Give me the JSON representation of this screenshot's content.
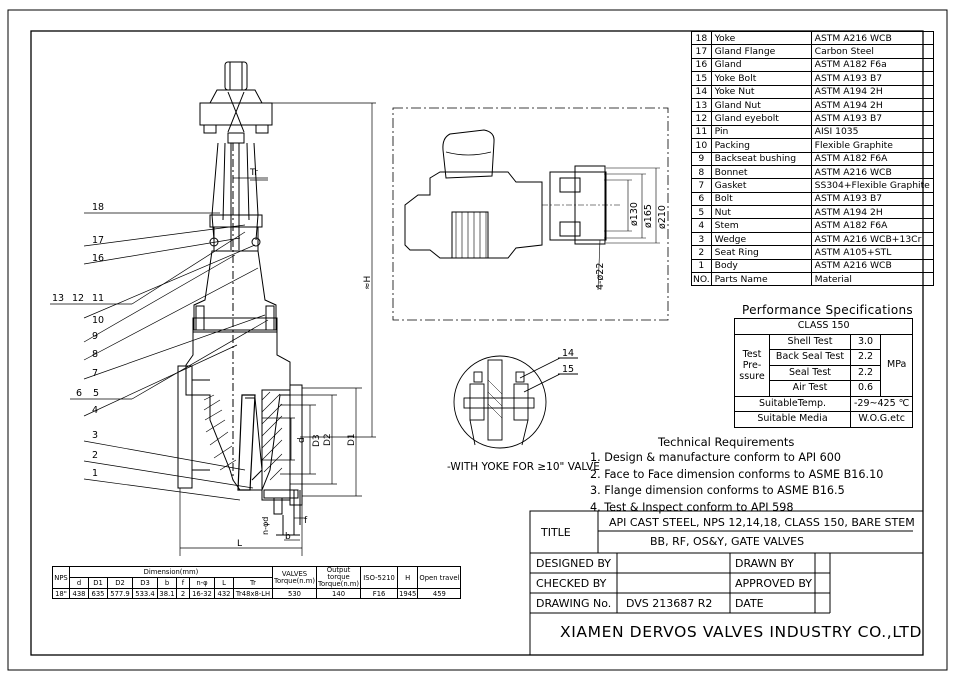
{
  "parts_header": {
    "no": "NO.",
    "name": "Parts Name",
    "material": "Material"
  },
  "parts": [
    {
      "no": "18",
      "name": "Yoke",
      "material": "ASTM A216 WCB"
    },
    {
      "no": "17",
      "name": "Gland Flange",
      "material": "Carbon Steel"
    },
    {
      "no": "16",
      "name": "Gland",
      "material": "ASTM A182 F6a"
    },
    {
      "no": "15",
      "name": "Yoke Bolt",
      "material": "ASTM A193 B7"
    },
    {
      "no": "14",
      "name": "Yoke Nut",
      "material": "ASTM A194 2H"
    },
    {
      "no": "13",
      "name": "Gland Nut",
      "material": "ASTM A194 2H"
    },
    {
      "no": "12",
      "name": "Gland eyebolt",
      "material": "ASTM A193 B7"
    },
    {
      "no": "11",
      "name": "Pin",
      "material": "AISI 1035"
    },
    {
      "no": "10",
      "name": "Packing",
      "material": "Flexible Graphite"
    },
    {
      "no": "9",
      "name": "Backseat bushing",
      "material": "ASTM A182 F6A"
    },
    {
      "no": "8",
      "name": "Bonnet",
      "material": "ASTM A216 WCB"
    },
    {
      "no": "7",
      "name": "Gasket",
      "material": "SS304+Flexible Graphite"
    },
    {
      "no": "6",
      "name": "Bolt",
      "material": "ASTM A193 B7"
    },
    {
      "no": "5",
      "name": "Nut",
      "material": "ASTM A194 2H"
    },
    {
      "no": "4",
      "name": "Stem",
      "material": "ASTM A182 F6A"
    },
    {
      "no": "3",
      "name": "Wedge",
      "material": "ASTM A216 WCB+13Cr"
    },
    {
      "no": "2",
      "name": "Seat Ring",
      "material": "ASTM A105+STL"
    },
    {
      "no": "1",
      "name": "Body",
      "material": "ASTM A216 WCB"
    }
  ],
  "performance": {
    "title": "Performance Specifications",
    "class": "CLASS 150",
    "test_pressure_label": "Test Pre- ssure",
    "unit": "MPa",
    "tests": [
      {
        "name": "Shell Test",
        "value": "3.0"
      },
      {
        "name": "Back Seal Test",
        "value": "2.2"
      },
      {
        "name": "Seal Test",
        "value": "2.2"
      },
      {
        "name": "Air Test",
        "value": "0.6"
      }
    ],
    "temp_label": "SuitableTemp.",
    "temp_value": "-29~425 ℃",
    "media_label": "Suitable Media",
    "media_value": "W.O.G.etc"
  },
  "requirements": {
    "title": "Technical Requirements",
    "items": [
      "1. Design & manufacture conform to API 600",
      "2. Face to Face dimension conforms to ASME B16.10",
      "3. Flange dimension conforms to ASME B16.5",
      "4. Test & Inspect conform to API 598"
    ]
  },
  "yoke_caption": "-WITH YOKE FOR ≥10\" VALVE",
  "title_block": {
    "title_label": "TITLE",
    "title_line1": "API CAST STEEL, NPS 12,14,18, CLASS 150, BARE STEM",
    "title_line2": "BB, RF, OS&Y, GATE VALVES",
    "designed_by": "DESIGNED BY",
    "drawn_by": "DRAWN BY",
    "checked_by": "CHECKED BY",
    "approved_by": "APPROVED BY",
    "drawing_no_label": "DRAWING No.",
    "drawing_no": "DVS 213687 R2",
    "date_label": "DATE",
    "company": "XIAMEN DERVOS VALVES INDUSTRY CO.,LTD"
  },
  "dimension_table": {
    "group_header": "Dimension(mm)",
    "headers": [
      "NPS",
      "d",
      "D1",
      "D2",
      "D3",
      "b",
      "f",
      "n-φ",
      "L",
      "Tr",
      "VALVES Torque(n.m)",
      "Output torque Torque(n.m)",
      "ISO-5210",
      "H",
      "Open travel"
    ],
    "row": [
      "18\"",
      "438",
      "635",
      "577.9",
      "533.4",
      "38.1",
      "2",
      "16-32",
      "432",
      "Tr48x8-LH",
      "530",
      "140",
      "F16",
      "1945",
      "459"
    ]
  },
  "drawing_labels": {
    "callouts": [
      "18",
      "17",
      "16",
      "13",
      "12",
      "11",
      "10",
      "9",
      "8",
      "7",
      "6",
      "5",
      "4",
      "3",
      "2",
      "1"
    ],
    "dims": {
      "Tr": "Tr",
      "H": "≈H",
      "d": "d",
      "D3": "D3",
      "D2": "D2",
      "D1": "D1",
      "L": "L",
      "b": "b",
      "f": "f",
      "nphi": "n-φd"
    },
    "top_view": {
      "d130": "ø130",
      "d165": "ø165",
      "d210": "ø210",
      "holes": "4-ø22"
    },
    "detail": {
      "c14": "14",
      "c15": "15"
    }
  }
}
